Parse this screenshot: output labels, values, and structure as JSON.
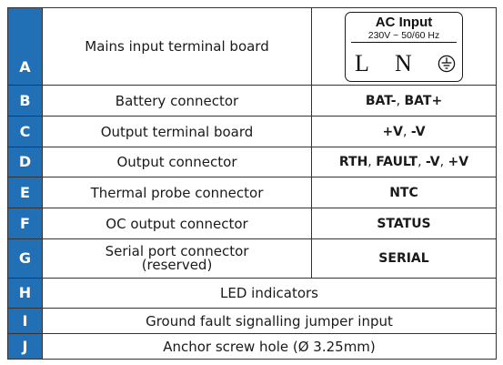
{
  "colors": {
    "letter_cell_background": "#2170b6",
    "letter_text": "#ffffff",
    "border": "#333333",
    "text": "#1a1a1a"
  },
  "list_separator": ", ",
  "rows": [
    {
      "letter": "A",
      "description": "Mains input terminal board",
      "ac_input": {
        "title": "AC Input",
        "rating": "230V ~ 50/60 Hz",
        "terminals": [
          "L",
          "N"
        ],
        "ground_icon": "protective-earth-icon"
      }
    },
    {
      "letter": "B",
      "description": "Battery connector",
      "connectors": [
        "BAT-",
        "BAT+"
      ]
    },
    {
      "letter": "C",
      "description": "Output terminal board",
      "connectors": [
        "+V",
        "-V"
      ]
    },
    {
      "letter": "D",
      "description": "Output connector",
      "connectors": [
        "RTH",
        "FAULT",
        "-V",
        "+V"
      ]
    },
    {
      "letter": "E",
      "description": "Thermal probe connector",
      "connectors": [
        "NTC"
      ]
    },
    {
      "letter": "F",
      "description": "OC output connector",
      "connectors": [
        "STATUS"
      ]
    },
    {
      "letter": "G",
      "description_lines": [
        "Serial port connector",
        "(reserved)"
      ],
      "connectors": [
        "SERIAL"
      ]
    },
    {
      "letter": "H",
      "description": "LED indicators"
    },
    {
      "letter": "I",
      "description": "Ground fault signalling jumper input"
    },
    {
      "letter": "J",
      "description": "Anchor screw hole (Ø 3.25mm)"
    }
  ]
}
